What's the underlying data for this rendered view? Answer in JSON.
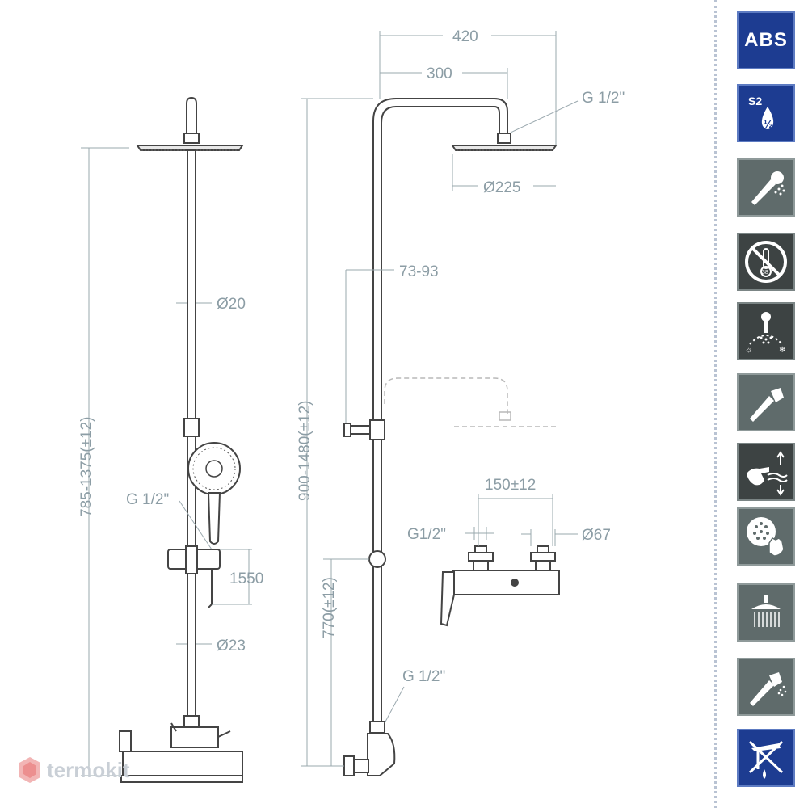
{
  "dimensions": {
    "width_top": "420",
    "width_arm": "300",
    "inlet_thread_top": "G 1/2\"",
    "head_diameter": "Ø225",
    "pipe_diameter_upper": "Ø20",
    "slide_range": "73-93",
    "total_height_front": "785-1375(±12)",
    "total_height_side": "900-1480(±12)",
    "hose_thread": "G 1/2\"",
    "hose_length": "1550",
    "pipe_diameter_lower": "Ø23",
    "mixer_height": "770(±12)",
    "center_distance": "150±12",
    "inlet_thread_mixer": "G1/2\"",
    "cover_diameter": "Ø67",
    "outlet_thread_bottom": "G 1/2\""
  },
  "icons": [
    {
      "name": "abs-icon",
      "label": "ABS"
    },
    {
      "name": "s2-half-icon",
      "top": "S2",
      "bottom": "½"
    },
    {
      "name": "hand-shower-spray-icon"
    },
    {
      "name": "no-thermostat-icon",
      "temp": "38"
    },
    {
      "name": "hot-cold-mixer-icon"
    },
    {
      "name": "hand-shower-icon"
    },
    {
      "name": "height-adjust-icon"
    },
    {
      "name": "easy-clean-nozzles-icon"
    },
    {
      "name": "overhead-rain-icon"
    },
    {
      "name": "hand-shower-jet-icon"
    },
    {
      "name": "no-bathtub-spout-icon"
    }
  ],
  "brand": {
    "name": "termokit"
  }
}
